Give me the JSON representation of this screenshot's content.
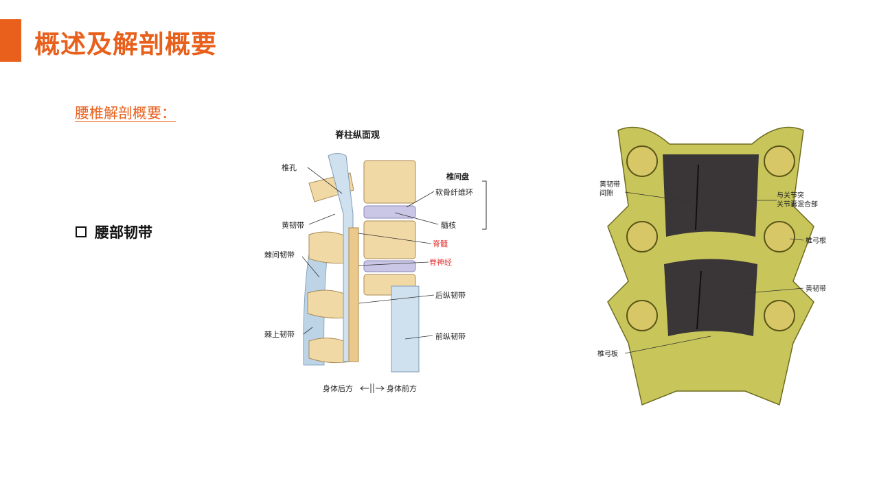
{
  "header": {
    "title": "概述及解剖概要"
  },
  "subtitle": "腰椎解剖概要：",
  "bullet": {
    "label": "腰部韧带"
  },
  "figure1": {
    "title": "脊柱纵面观",
    "labels": {
      "zhui_kong": "椎孔",
      "huang_ren_dai": "黄韧带",
      "ji_jian_ren_dai": "棘间韧带",
      "ji_shang_ren_dai": "棘上韧带",
      "zhui_jian_pan": "椎间盘",
      "ruan_gu": "软骨纤维环",
      "sui_he": "髓核",
      "ji_sui": "脊髓",
      "ji_shen_jing": "脊神经",
      "hou_zong": "后纵韧带",
      "qian_zong": "前纵韧带",
      "posterior": "身体后方",
      "anterior": "身体前方"
    },
    "colors": {
      "bone": "#f1d9a6",
      "disc": "#c9c6e6",
      "ligament": "#bcd4e6",
      "red_label": "#e53030"
    }
  },
  "figure2": {
    "labels": {
      "huang_gap": "黄韧带\n间隙",
      "joint_mix": "与关节突\n关节囊混合部",
      "pedicle": "椎弓根",
      "huang_ren_dai": "黄韧带",
      "lamina": "椎弓板"
    },
    "colors": {
      "bone": "#c8c65a",
      "ligament": "#3a3638"
    }
  },
  "colors": {
    "accent": "#e8601c"
  }
}
